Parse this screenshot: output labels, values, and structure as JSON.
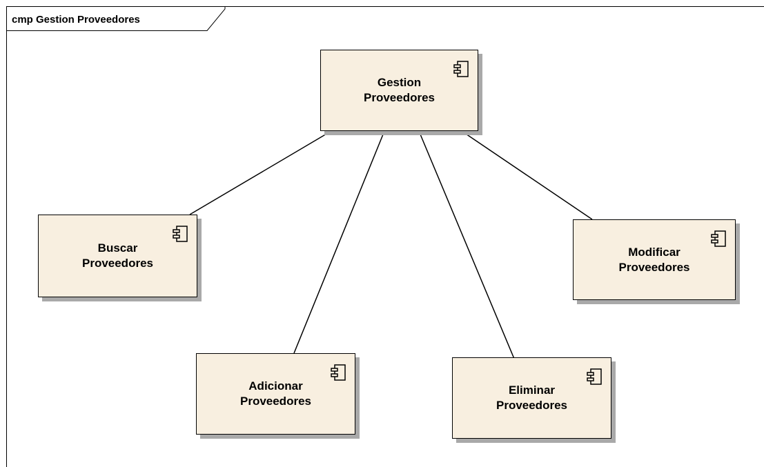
{
  "frame": {
    "label": "cmp Gestion Proveedores"
  },
  "components": {
    "gestion": {
      "label": "Gestion\nProveedores",
      "icon": "component-icon"
    },
    "buscar": {
      "label": "Buscar\nProveedores",
      "icon": "component-icon"
    },
    "adicionar": {
      "label": "Adicionar\nProveedores",
      "icon": "component-icon"
    },
    "eliminar": {
      "label": "Eliminar\nProveedores",
      "icon": "component-icon"
    },
    "modificar": {
      "label": "Modificar\nProveedores",
      "icon": "component-icon"
    }
  },
  "connections": [
    {
      "from": "Gestion Proveedores",
      "to": "Buscar Proveedores"
    },
    {
      "from": "Gestion Proveedores",
      "to": "Adicionar Proveedores"
    },
    {
      "from": "Gestion Proveedores",
      "to": "Eliminar Proveedores"
    },
    {
      "from": "Gestion Proveedores",
      "to": "Modificar Proveedores"
    }
  ],
  "colors": {
    "component_fill": "#f8efe0",
    "shadow": "#a9a9a9",
    "line": "#000000"
  }
}
